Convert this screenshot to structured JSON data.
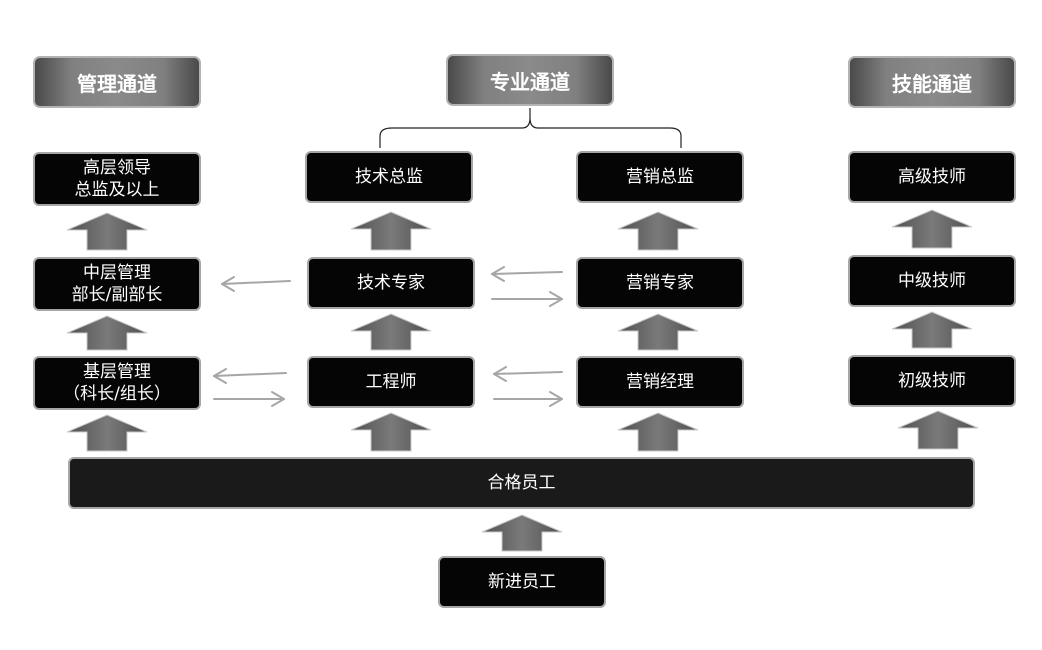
{
  "channels": {
    "management": "管理通道",
    "professional": "专业通道",
    "skill": "技能通道"
  },
  "management": {
    "senior_line1": "高层领导",
    "senior_line2": "总监及以上",
    "middle_line1": "中层管理",
    "middle_line2": "部长/副部长",
    "base_line1": "基层管理",
    "base_line2": "（科长/组长）"
  },
  "technical": {
    "director": "技术总监",
    "expert": "技术专家",
    "engineer": "工程师"
  },
  "marketing": {
    "director": "营销总监",
    "expert": "营销专家",
    "manager": "营销经理"
  },
  "skill": {
    "senior": "高级技师",
    "middle": "中级技师",
    "junior": "初级技师"
  },
  "qualified": "合格员工",
  "newcomer": "新进员工",
  "colors": {
    "node_fill": "#050505",
    "node_border": "#a6a6a6",
    "arrow_fill": "#6e6e6e",
    "connector": "#a6a6a6"
  }
}
